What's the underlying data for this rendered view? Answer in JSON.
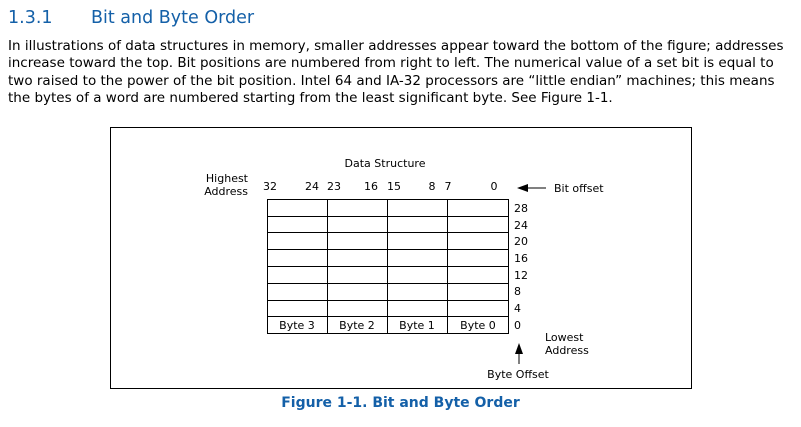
{
  "section": {
    "number": "1.3.1",
    "title": "Bit and Byte Order"
  },
  "paragraph_lines": [
    "In illustrations of data structures in memory, smaller addresses appear toward the bottom of the figure; addresses",
    "increase toward the top. Bit positions are numbered from right to left. The numerical value of a set bit is equal to",
    "two raised to the power of the bit position. Intel 64 and IA-32 processors are “little endian” machines; this means",
    "the bytes of a word are numbered starting from the least significant byte. See Figure 1-1."
  ],
  "figure": {
    "title": "Data Structure",
    "highest_address": [
      "Highest",
      "Address"
    ],
    "bit_positions": [
      "32",
      "24",
      "23",
      "16",
      "15",
      "8",
      "7",
      "0"
    ],
    "bit_offset_label": "Bit offset",
    "row_offsets": [
      "28",
      "24",
      "20",
      "16",
      "12",
      "8",
      "4",
      "0"
    ],
    "byte_labels": [
      "Byte 3",
      "Byte 2",
      "Byte 1",
      "Byte 0"
    ],
    "lowest_address": [
      "Lowest",
      "Address"
    ],
    "byte_offset_label": "Byte Offset",
    "caption": "Figure 1-1.  Bit and Byte Order"
  }
}
